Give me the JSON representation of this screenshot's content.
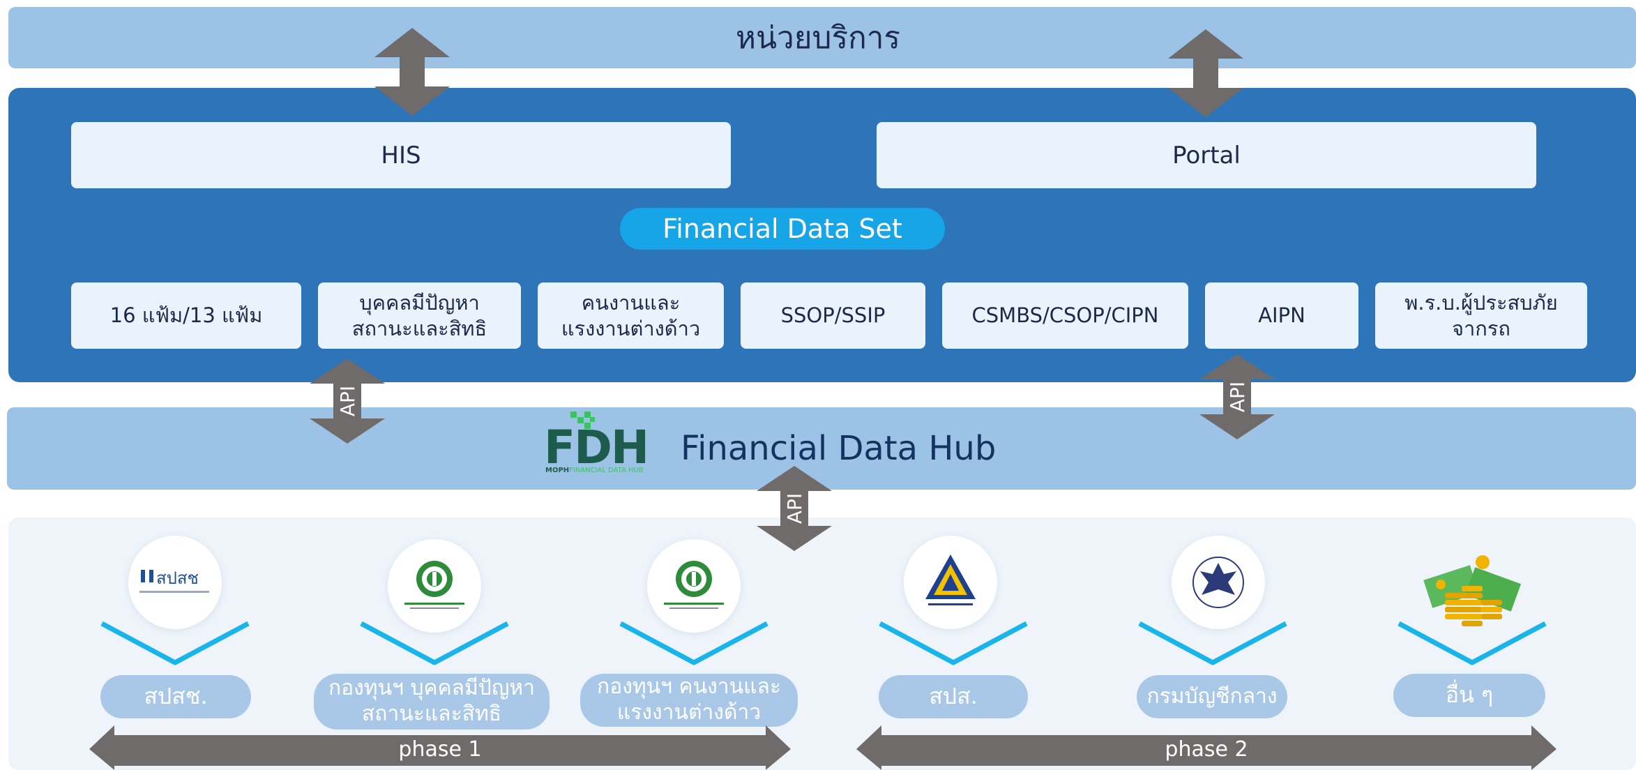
{
  "top_band": {
    "title": "หน่วยบริการ"
  },
  "systems": {
    "his": "HIS",
    "portal": "Portal"
  },
  "dataset": {
    "label": "Financial Data Set",
    "files": [
      "16 แฟ้ม/13 แฟ้ม",
      "บุคคลมีปัญหา\nสถานะและสิทธิ",
      "คนงานและ\nแรงงานต่างด้าว",
      "SSOP/SSIP",
      "CSMBS/CSOP/CIPN",
      "AIPN",
      "พ.ร.บ.ผู้ประสบภัย\nจากรถ"
    ]
  },
  "api_label": "API",
  "hub": {
    "logo_text": "FDH",
    "logo_subtext_a": "MOPH",
    "logo_subtext_b": "FINANCIAL DATA HUB",
    "title": "Financial Data Hub"
  },
  "agencies": [
    {
      "label": "สปสช.",
      "logo_text": "สปสช",
      "icon": "nhso-logo-icon"
    },
    {
      "label": "กองทุนฯ บุคคลมีปัญหา\nสถานะและสิทธิ",
      "icon": "moph-emblem-icon"
    },
    {
      "label": "กองทุนฯ คนงานและ\nแรงงานต่างด้าว",
      "icon": "moph-emblem-icon"
    },
    {
      "label": "สปส.",
      "icon": "sso-logo-icon"
    },
    {
      "label": "กรมบัญชีกลาง",
      "icon": "garuda-emblem-icon"
    },
    {
      "label": "อื่น ๆ",
      "icon": "money-coins-icon"
    }
  ],
  "phases": {
    "phase1": "phase 1",
    "phase2": "phase 2"
  },
  "colors": {
    "light_band": "#9cc2e6",
    "blue_band": "#2e74b8",
    "accent_cyan": "#16a5e6",
    "arrow_gray": "#6f6b6b",
    "bottom_bg": "#eef4fa"
  }
}
